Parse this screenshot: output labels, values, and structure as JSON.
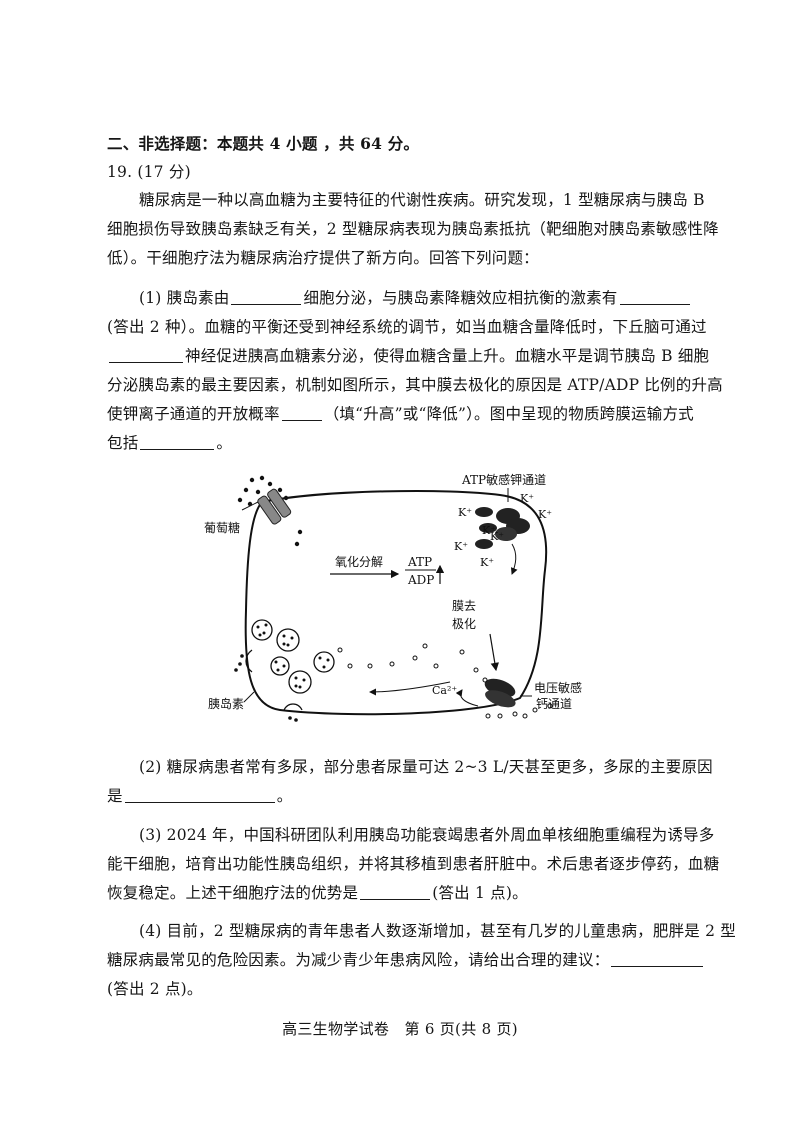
{
  "section_heading": "二、非选择题：本题共 4 小题 ，共 64 分。",
  "question_number": "19. (17 分)",
  "intro": [
    "糖尿病是一种以高血糖为主要特征的代谢性疾病。研究发现，1 型糖尿病与胰岛 B",
    "细胞损伤导致胰岛素缺乏有关，2 型糖尿病表现为胰岛素抵抗（靶细胞对胰岛素敏感性降",
    "低）。干细胞疗法为糖尿病治疗提供了新方向。回答下列问题："
  ],
  "q1": {
    "a": "(1) 胰岛素由",
    "b": "细胞分泌，与胰岛素降糖效应相抗衡的激素有",
    "c": "(答出 2 种）。血糖的平衡还受到神经系统的调节，如当血糖含量降低时，下丘脑可通过",
    "d": "神经促进胰高血糖素分泌，使得血糖含量上升。血糖水平是调节胰岛 B 细胞",
    "e": "分泌胰岛素的最主要因素，机制如图所示，其中膜去极化的原因是 ATP/ADP 比例的升高",
    "f": "使钾离子通道的开放概率",
    "g": "（填“升高”或“降低”）。图中呈现的物质跨膜运输方式",
    "h": "包括",
    "i": "。"
  },
  "diagram": {
    "atp_channel": "ATP敏感钾通道",
    "k_ion": "K⁺",
    "glucose": "葡萄糖",
    "oxidation": "氧化分解",
    "atp": "ATP",
    "adp": "ADP",
    "depol_1": "膜去",
    "depol_2": "极化",
    "ca_ion": "Ca²⁺",
    "vg_channel_1": "电压敏感",
    "vg_channel_2": "钙通道",
    "insulin": "胰岛素"
  },
  "q2": {
    "a": "(2) 糖尿病患者常有多尿，部分患者尿量可达 2~3 L/天甚至更多，多尿的主要原因",
    "b": "是",
    "c": "。"
  },
  "q3": {
    "a": "(3) 2024 年，中国科研团队利用胰岛功能衰竭患者外周血单核细胞重编程为诱导多",
    "b": "能干细胞，培育出功能性胰岛组织，并将其移植到患者肝脏中。术后患者逐步停药，血糖",
    "c": "恢复稳定。上述干细胞疗法的优势是",
    "d": "(答出 1 点)。"
  },
  "q4": {
    "a": "(4) 目前，2 型糖尿病的青年患者人数逐渐增加，甚至有几岁的儿童患病，肥胖是 2 型",
    "b": "糖尿病最常见的危险因素。为减少青少年患病风险，请给出合理的建议：",
    "c": "(答出 2 点)。"
  },
  "footer": "高三生物学试卷　第 6 页(共 8 页)"
}
